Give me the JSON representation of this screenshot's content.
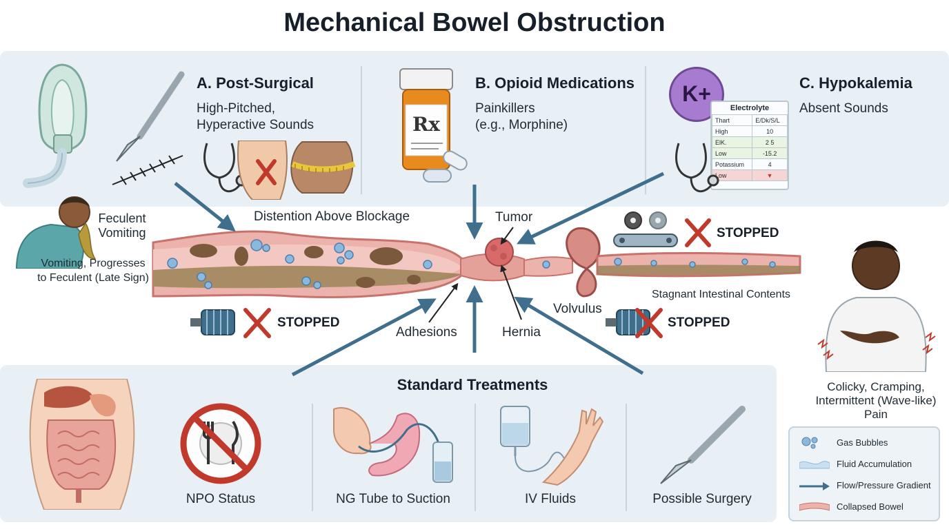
{
  "title": "Mechanical Bowel Obstruction",
  "causes": [
    {
      "heading": "A. Post-Surgical",
      "text_line1": "High-Pitched,",
      "text_line2": "Hyperactive Sounds"
    },
    {
      "heading": "B. Opioid Medications",
      "text_line1": "Painkillers",
      "text_line2": "(e.g., Morphine)"
    },
    {
      "heading": "C. Hypokalemia",
      "text_line1": "Absent Sounds"
    }
  ],
  "potassium_symbol": "K+",
  "rx_symbol": "Rx",
  "electrolyte": {
    "title": "Electrolyte",
    "header": [
      "Thart",
      "E/Dk/S/L"
    ],
    "rows": [
      [
        "High",
        "10"
      ],
      [
        "ElK.",
        "2 5"
      ],
      [
        "Low",
        "-15.2"
      ],
      [
        "Potassium",
        "4"
      ],
      [
        "Low",
        "▼"
      ]
    ]
  },
  "intestine_labels": {
    "distention": "Distention Above Blockage",
    "tumor": "Tumor",
    "adhesions": "Adhesions",
    "hernia": "Hernia",
    "volvulus": "Volvulus",
    "stagnant": "Stagnant Intestinal Contents",
    "stopped_left": "STOPPED",
    "stopped_right_top": "STOPPED",
    "stopped_right_bottom": "STOPPED"
  },
  "vomiting": {
    "label_line1": "Feculent",
    "label_line2": "Vomiting",
    "desc_line1": "Vomiting, Progresses",
    "desc_line2": "to Feculent (Late Sign)"
  },
  "pain": {
    "line1": "Colicky, Cramping,",
    "line2": "Intermittent (Wave-like)",
    "line3": "Pain"
  },
  "treatments": {
    "heading": "Standard Treatments",
    "items": [
      "NPO Status",
      "NG Tube to Suction",
      "IV Fluids",
      "Possible Surgery"
    ]
  },
  "legend": [
    "Gas Bubbles",
    "Fluid Accumulation",
    "Flow/Pressure Gradient",
    "Collapsed Bowel"
  ],
  "colors": {
    "arrow": "#3f6f8c",
    "bowel_wall": "#e8a8a4",
    "bowel_dark": "#c9716b",
    "stool": "#7a5a3a",
    "bubble": "#8bb8de",
    "cross": "#c0392b",
    "panel": "#e8f0f6"
  }
}
